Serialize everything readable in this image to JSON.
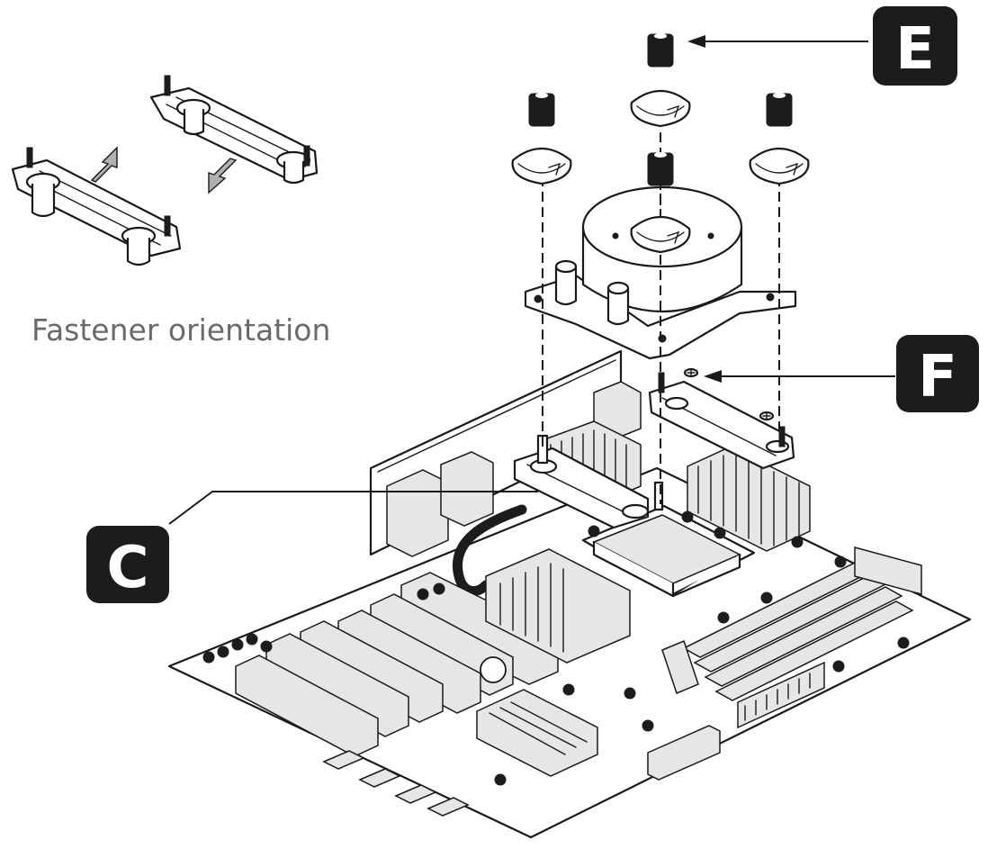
{
  "callouts": {
    "e": "E",
    "f": "F",
    "c": "C"
  },
  "caption": "Fastener orientation",
  "colors": {
    "badge_fill": "#1c1c1c",
    "badge_text": "#ffffff",
    "line_art": "#1a1a1a",
    "caption_text": "#6a6a6a",
    "arrow_fill": "#b0b0b0"
  },
  "icons": [
    "swap-direction-arrows",
    "rotation-arrow"
  ]
}
